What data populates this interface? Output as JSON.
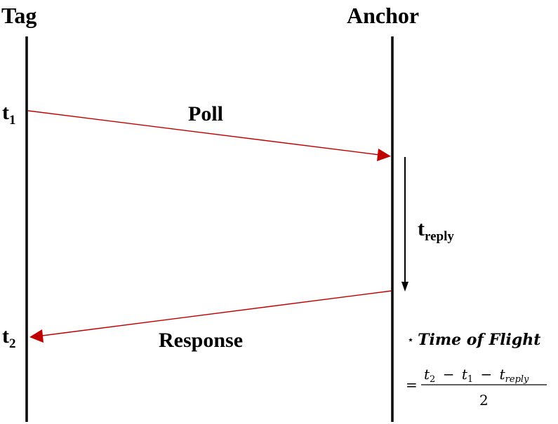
{
  "participants": {
    "tag": "Tag",
    "anchor": "Anchor"
  },
  "timestamps": {
    "t1": {
      "base": "t",
      "sub": "1"
    },
    "t2": {
      "base": "t",
      "sub": "2"
    },
    "treply": {
      "base": "t",
      "sub": "reply"
    }
  },
  "messages": {
    "poll": "Poll",
    "response": "Response"
  },
  "formula": {
    "bullet": "⋆",
    "title": "Time of Flight",
    "equals": "=",
    "numerator": {
      "t2_base": "t",
      "t2_sub": "2",
      "minus1": "−",
      "t1_base": "t",
      "t1_sub": "1",
      "minus2": "−",
      "tr_base": "t",
      "tr_sub": "reply"
    },
    "denominator": "2"
  },
  "colors": {
    "message_arrow": "#c00000",
    "lifeline": "#000000"
  }
}
